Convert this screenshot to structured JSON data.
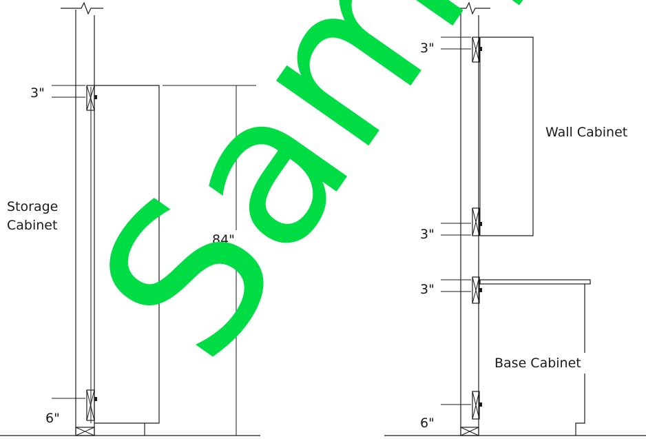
{
  "watermark": "Sample",
  "left_elevation": {
    "cabinet_label_line1": "Storage",
    "cabinet_label_line2": "Cabinet",
    "top_dim": "3\"",
    "height_dim": "84\"",
    "bottom_dim": "6\""
  },
  "right_elevation": {
    "wall_cabinet_label": "Wall Cabinet",
    "base_cabinet_label": "Base Cabinet",
    "wall_top_dim": "3\"",
    "wall_bottom_dim": "3\"",
    "base_top_dim": "3\"",
    "base_bottom_dim": "6\""
  }
}
